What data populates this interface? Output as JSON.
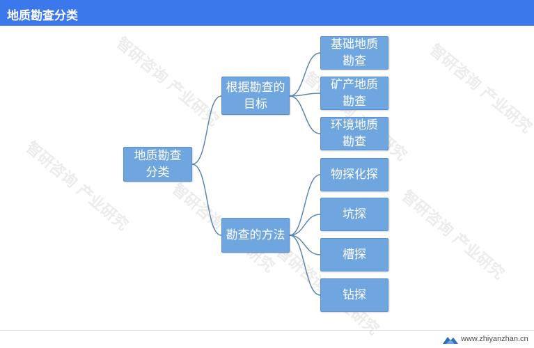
{
  "header": {
    "title": "地质勘查分类"
  },
  "tree": {
    "root": "地质勘查分类",
    "branches": [
      {
        "label": "根据勘查的目标",
        "children": [
          "基础地质勘查",
          "矿产地质勘查",
          "环境地质勘查"
        ]
      },
      {
        "label": "勘查的方法",
        "children": [
          "物探化探",
          "坑探",
          "槽探",
          "钻探"
        ]
      }
    ]
  },
  "watermark": {
    "text": "智研咨询 产业研究"
  },
  "footer": {
    "url": "www.zhiyanzhan.cn"
  },
  "colors": {
    "header": "#3a78ec",
    "node": "#6fa6e0",
    "connector": "#5a86b0"
  }
}
